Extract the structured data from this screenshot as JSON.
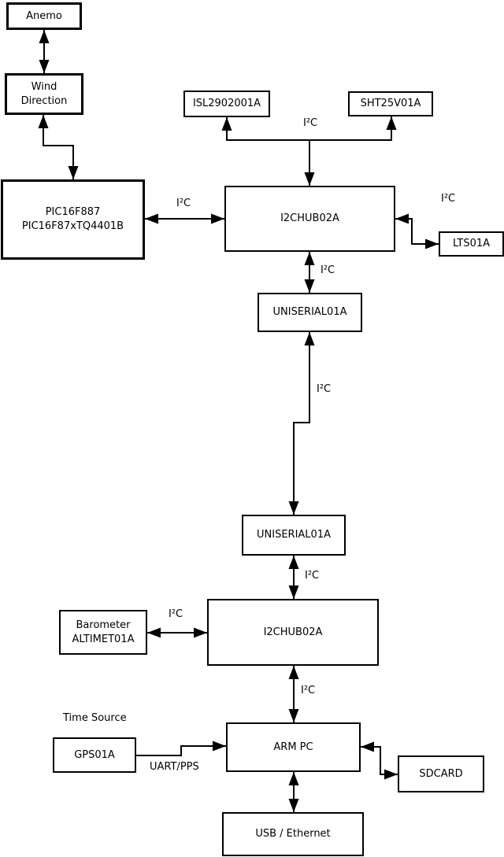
{
  "labels": {
    "i2c": "I²C",
    "uart_pps": "UART/PPS",
    "time_source": "Time Source"
  },
  "nodes": {
    "anemo": {
      "label": "Anemo"
    },
    "wind_direction": {
      "label": "Wind\nDirection"
    },
    "pic": {
      "label": "PIC16F887\nPIC16F87xTQ4401B"
    },
    "isl": {
      "label": "ISL2902001A"
    },
    "sht": {
      "label": "SHT25V01A"
    },
    "i2c_hub_1": {
      "label": "I2CHUB02A"
    },
    "lts": {
      "label": "LTS01A"
    },
    "uniserial_1": {
      "label": "UNISERIAL01A"
    },
    "uniserial_2": {
      "label": "UNISERIAL01A"
    },
    "i2c_hub_2": {
      "label": "I2CHUB02A"
    },
    "barometer": {
      "label": "Barometer\nALTIMET01A"
    },
    "gps": {
      "label": "GPS01A"
    },
    "arm_pc": {
      "label": "ARM PC"
    },
    "sdcard": {
      "label": "SDCARD"
    },
    "usb_ethernet": {
      "label": "USB / Ethernet"
    }
  },
  "colors": {
    "background": "#ffffff",
    "line": "#000000",
    "text": "#000000"
  }
}
